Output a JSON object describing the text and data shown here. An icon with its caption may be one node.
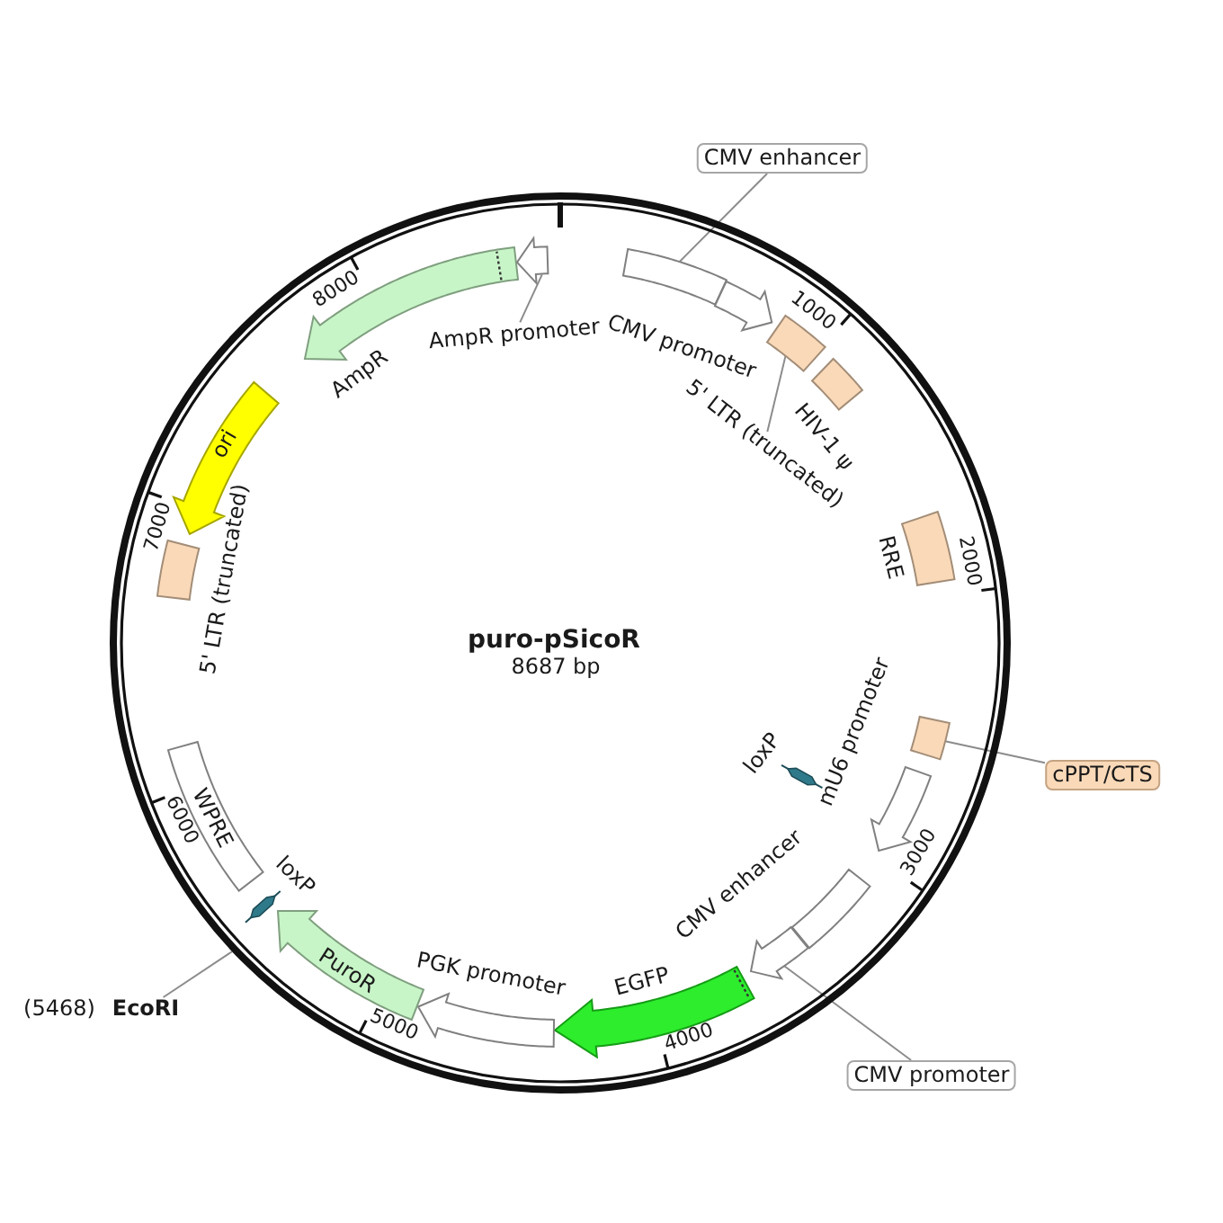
{
  "diagram": {
    "nodes": [
      {
        "text": [
          "puro-pSicoR",
          "8687 bp"
        ]
      },
      {
        "text": [],
        "shape": "box",
        "in": 0
      },
      {
        "text": [],
        "shape": "arrow",
        "beside": [
          "CMV promoter"
        ],
        "in": 0
      },
      {
        "text": [],
        "shape": "box",
        "in": 0
      },
      {
        "text": [],
        "shape": "box",
        "beside": [
          "HIV-1 ψ"
        ],
        "in": 0
      },
      {
        "text": [],
        "shape": "box",
        "beside": [
          "RRE"
        ],
        "in": 0
      },
      {
        "text": [],
        "shape": "box",
        "in": 0
      },
      {
        "text": [],
        "shape": "arrow",
        "beside": [
          "mU6 promoter"
        ],
        "in": 0
      },
      {
        "text": [],
        "shape": "bar",
        "beside": [
          "loxP"
        ],
        "in": 0
      },
      {
        "text": [],
        "shape": "box",
        "beside": [
          "CMV enhancer"
        ],
        "in": 0
      },
      {
        "text": [],
        "shape": "arrow",
        "in": 0
      },
      {
        "text": [],
        "shape": "arrow",
        "beside": [
          "EGFP"
        ],
        "in": 0
      },
      {
        "text": [],
        "shape": "arrow",
        "beside": [
          "PGK promoter"
        ],
        "in": 0
      },
      {
        "text": [
          "PuroR"
        ],
        "in": 0
      },
      {
        "text": [],
        "shape": "bar",
        "beside": [
          "loxP"
        ],
        "in": 0
      },
      {
        "text": [
          "WPRE"
        ],
        "in": 0
      },
      {
        "text": [],
        "shape": "box",
        "beside": [
          "5' LTR (truncated)"
        ],
        "in": 0
      },
      {
        "text": [
          "ori"
        ],
        "in": 0
      },
      {
        "text": [],
        "shape": "arrow",
        "beside": [
          "AmpR"
        ],
        "in": 0
      },
      {
        "text": [],
        "shape": "arrow",
        "in": 0
      },
      {
        "text": [
          "CMV enhancer"
        ]
      },
      {
        "text": [
          "5' LTR (truncated)"
        ],
        "in": 0
      },
      {
        "text": [
          "cPPT/CTS"
        ]
      },
      {
        "text": [
          "CMV promoter"
        ]
      },
      {
        "text": [
          "EcoRI"
        ],
        "beside": [
          "(5468)"
        ]
      },
      {
        "text": [
          "AmpR promoter"
        ],
        "in": 0
      }
    ],
    "edges": [
      {
        "from": 20,
        "to": 1,
        "arrow": "none"
      },
      {
        "from": 21,
        "to": 3,
        "arrow": "none"
      },
      {
        "from": 22,
        "to": 6,
        "arrow": "none"
      },
      {
        "from": 23,
        "to": 10,
        "arrow": "none"
      },
      {
        "from": 24,
        "to": 0,
        "arrow": "none"
      },
      {
        "from": 25,
        "to": 19,
        "arrow": "none"
      }
    ],
    "labels": [
      "1000",
      "2000",
      "3000",
      "4000",
      "5000",
      "6000",
      "7000",
      "8000"
    ]
  }
}
